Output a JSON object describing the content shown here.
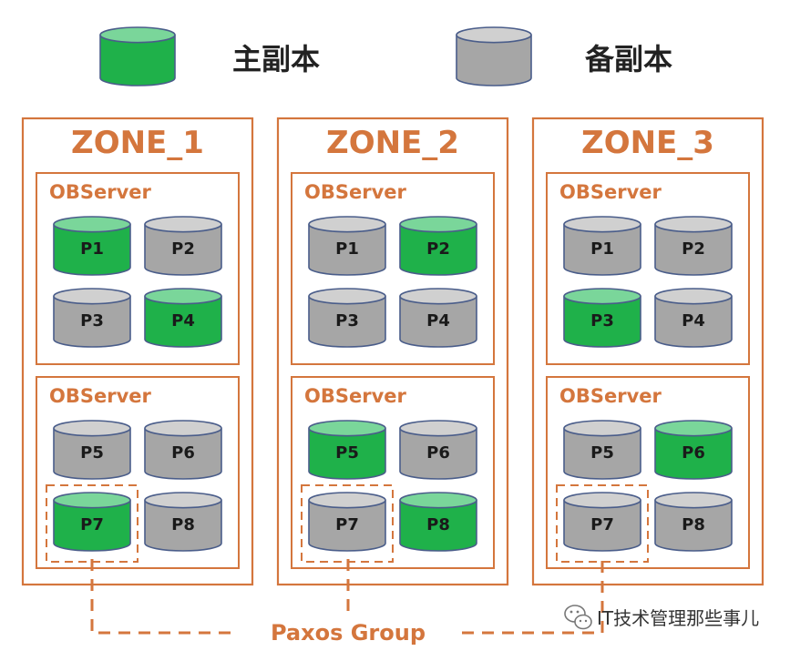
{
  "colors": {
    "primary_fill": "#1fb14a",
    "primary_top": "#7ad69a",
    "backup_fill": "#a6a6a6",
    "backup_top": "#d0d0d0",
    "disk_stroke": "#4a5d8a",
    "accent": "#d4763d"
  },
  "legend": {
    "primary_label": "主副本",
    "backup_label": "备副本"
  },
  "zones": [
    {
      "title": "ZONE_1",
      "servers": [
        {
          "title": "OBServer",
          "partitions": [
            {
              "label": "P1",
              "role": "primary"
            },
            {
              "label": "P2",
              "role": "backup"
            },
            {
              "label": "P3",
              "role": "backup"
            },
            {
              "label": "P4",
              "role": "primary"
            }
          ]
        },
        {
          "title": "OBServer",
          "partitions": [
            {
              "label": "P5",
              "role": "backup"
            },
            {
              "label": "P6",
              "role": "backup"
            },
            {
              "label": "P7",
              "role": "primary"
            },
            {
              "label": "P8",
              "role": "backup"
            }
          ]
        }
      ]
    },
    {
      "title": "ZONE_2",
      "servers": [
        {
          "title": "OBServer",
          "partitions": [
            {
              "label": "P1",
              "role": "backup"
            },
            {
              "label": "P2",
              "role": "primary"
            },
            {
              "label": "P3",
              "role": "backup"
            },
            {
              "label": "P4",
              "role": "backup"
            }
          ]
        },
        {
          "title": "OBServer",
          "partitions": [
            {
              "label": "P5",
              "role": "primary"
            },
            {
              "label": "P6",
              "role": "backup"
            },
            {
              "label": "P7",
              "role": "backup"
            },
            {
              "label": "P8",
              "role": "primary"
            }
          ]
        }
      ]
    },
    {
      "title": "ZONE_3",
      "servers": [
        {
          "title": "OBServer",
          "partitions": [
            {
              "label": "P1",
              "role": "backup"
            },
            {
              "label": "P2",
              "role": "backup"
            },
            {
              "label": "P3",
              "role": "primary"
            },
            {
              "label": "P4",
              "role": "backup"
            }
          ]
        },
        {
          "title": "OBServer",
          "partitions": [
            {
              "label": "P5",
              "role": "backup"
            },
            {
              "label": "P6",
              "role": "primary"
            },
            {
              "label": "P7",
              "role": "backup"
            },
            {
              "label": "P8",
              "role": "backup"
            }
          ]
        }
      ]
    }
  ],
  "paxos": {
    "label": "Paxos Group",
    "highlighted_partition": "P7"
  },
  "watermark": {
    "text": "IT技术管理那些事儿",
    "icon": "wechat-icon"
  }
}
